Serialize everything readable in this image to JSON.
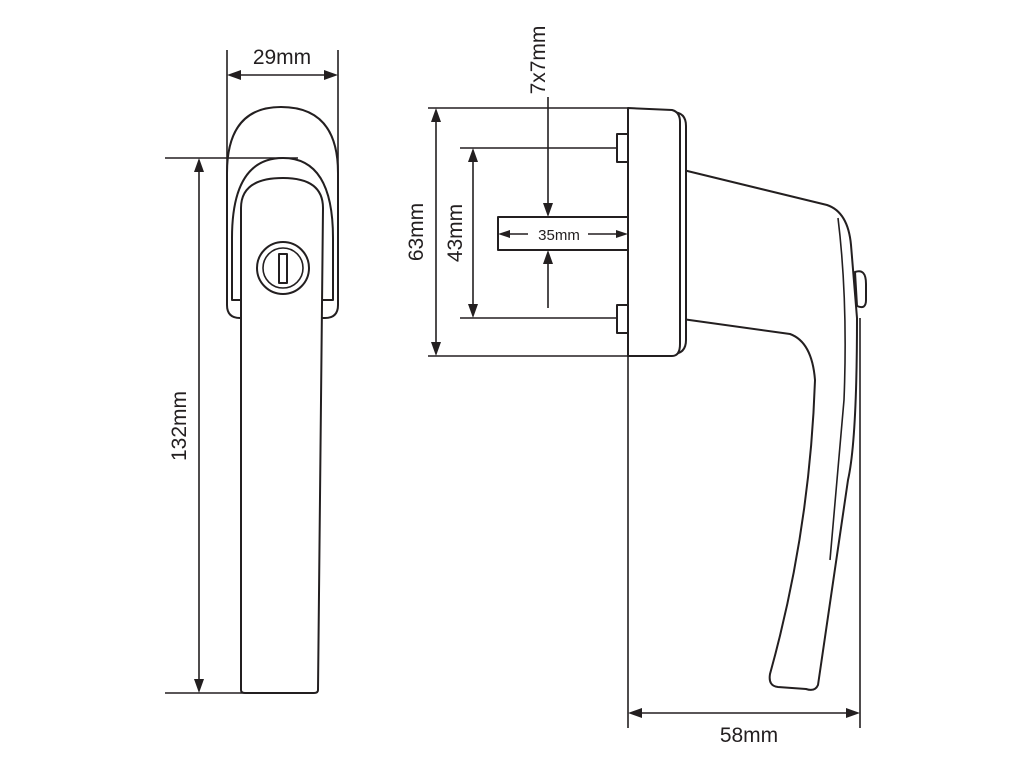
{
  "dimensions": {
    "front_width": "29mm",
    "front_height": "132mm",
    "side_base_height": "63mm",
    "side_screw_spacing": "43mm",
    "spindle_size": "7x7mm",
    "spindle_length": "35mm",
    "side_projection": "58mm"
  },
  "colors": {
    "line": "#231f20",
    "background": "#ffffff"
  }
}
